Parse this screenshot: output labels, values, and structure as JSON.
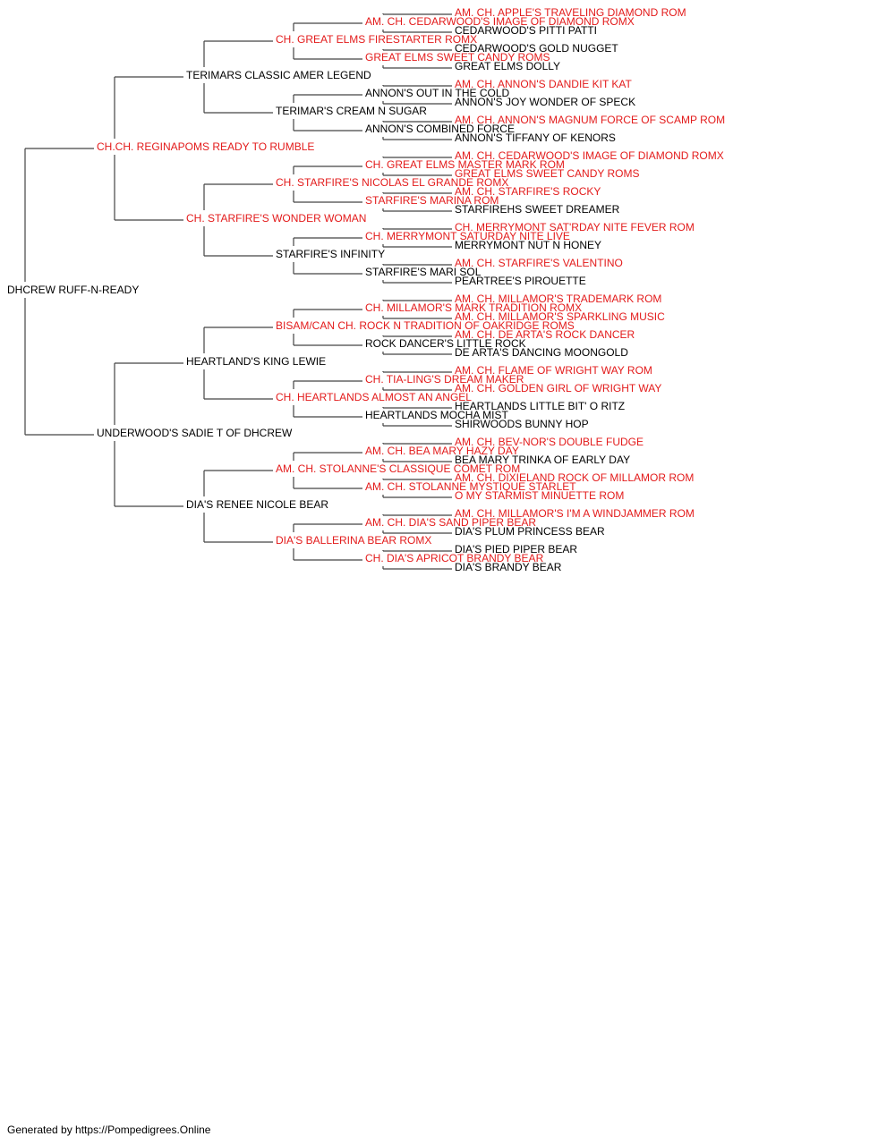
{
  "colors": {
    "champion": "#e31b1b",
    "normal": "#000000",
    "line": "#444444"
  },
  "pedigree": {
    "name": "DHCREW RUFF-N-READY",
    "champion": false,
    "sire": {
      "name": "CH.CH. REGINAPOMS READY TO RUMBLE",
      "champion": true,
      "sire": {
        "name": "TERIMARS CLASSIC AMER LEGEND",
        "champion": false,
        "sire": {
          "name": "CH. GREAT ELMS FIRESTARTER ROMX",
          "champion": true,
          "sire": {
            "name": "AM. CH. CEDARWOOD'S IMAGE OF DIAMOND ROMX",
            "champion": true,
            "sire": {
              "name": "AM. CH. APPLE'S TRAVELING DIAMOND ROM",
              "champion": true
            },
            "dam": {
              "name": "CEDARWOOD'S PITTI PATTI",
              "champion": false
            }
          },
          "dam": {
            "name": "GREAT ELMS SWEET CANDY ROMS",
            "champion": true,
            "sire": {
              "name": "CEDARWOOD'S GOLD NUGGET",
              "champion": false
            },
            "dam": {
              "name": "GREAT ELMS DOLLY",
              "champion": false
            }
          }
        },
        "dam": {
          "name": "TERIMAR'S CREAM N SUGAR",
          "champion": false,
          "sire": {
            "name": "ANNON'S OUT IN THE COLD",
            "champion": false,
            "sire": {
              "name": "AM. CH. ANNON'S DANDIE KIT KAT",
              "champion": true
            },
            "dam": {
              "name": "ANNON'S JOY WONDER OF SPECK",
              "champion": false
            }
          },
          "dam": {
            "name": "ANNON'S COMBINED FORCE",
            "champion": false,
            "sire": {
              "name": "AM. CH. ANNON'S MAGNUM FORCE OF SCAMP ROM",
              "champion": true
            },
            "dam": {
              "name": "ANNON'S TIFFANY OF KENORS",
              "champion": false
            }
          }
        }
      },
      "dam": {
        "name": "CH. STARFIRE'S WONDER WOMAN",
        "champion": true,
        "sire": {
          "name": "CH. STARFIRE'S NICOLAS EL GRANDE ROMX",
          "champion": true,
          "sire": {
            "name": "CH. GREAT ELMS MASTER MARK ROM",
            "champion": true,
            "sire": {
              "name": "AM. CH. CEDARWOOD'S IMAGE OF DIAMOND ROMX",
              "champion": true
            },
            "dam": {
              "name": "GREAT ELMS SWEET CANDY ROMS",
              "champion": true
            }
          },
          "dam": {
            "name": "STARFIRE'S MARINA ROM",
            "champion": true,
            "sire": {
              "name": "AM. CH. STARFIRE'S ROCKY",
              "champion": true
            },
            "dam": {
              "name": "STARFIREHS SWEET DREAMER",
              "champion": false
            }
          }
        },
        "dam": {
          "name": "STARFIRE'S INFINITY",
          "champion": false,
          "sire": {
            "name": "CH. MERRYMONT SATURDAY NITE LIVE",
            "champion": true,
            "sire": {
              "name": "CH. MERRYMONT SAT'RDAY NITE FEVER ROM",
              "champion": true
            },
            "dam": {
              "name": "MERRYMONT NUT N HONEY",
              "champion": false
            }
          },
          "dam": {
            "name": "STARFIRE'S MARI SOL",
            "champion": false,
            "sire": {
              "name": "AM. CH. STARFIRE'S VALENTINO",
              "champion": true
            },
            "dam": {
              "name": "PEARTREE'S PIROUETTE",
              "champion": false
            }
          }
        }
      }
    },
    "dam": {
      "name": "UNDERWOOD'S SADIE T OF DHCREW",
      "champion": false,
      "sire": {
        "name": "HEARTLAND'S KING LEWIE",
        "champion": false,
        "sire": {
          "name": "BISAM/CAN CH. ROCK N TRADITION OF OAKRIDGE ROMS",
          "champion": true,
          "sire": {
            "name": "CH. MILLAMOR'S MARK TRADITION ROMX",
            "champion": true,
            "sire": {
              "name": "AM. CH. MILLAMOR'S TRADEMARK ROM",
              "champion": true
            },
            "dam": {
              "name": "AM. CH. MILLAMOR'S SPARKLING MUSIC",
              "champion": true
            }
          },
          "dam": {
            "name": "ROCK DANCER'S LITTLE ROCK",
            "champion": false,
            "sire": {
              "name": "AM. CH. DE ARTA'S ROCK DANCER",
              "champion": true
            },
            "dam": {
              "name": "DE ARTA'S DANCING MOONGOLD",
              "champion": false
            }
          }
        },
        "dam": {
          "name": "CH. HEARTLANDS ALMOST AN ANGEL",
          "champion": true,
          "sire": {
            "name": "CH. TIA-LING'S DREAM MAKER",
            "champion": true,
            "sire": {
              "name": "AM. CH. FLAME OF WRIGHT WAY ROM",
              "champion": true
            },
            "dam": {
              "name": "AM. CH. GOLDEN GIRL OF WRIGHT WAY",
              "champion": true
            }
          },
          "dam": {
            "name": "HEARTLANDS MOCHA MIST",
            "champion": false,
            "sire": {
              "name": "HEARTLANDS LITTLE BIT' O RITZ",
              "champion": false
            },
            "dam": {
              "name": "SHIRWOODS BUNNY HOP",
              "champion": false
            }
          }
        }
      },
      "dam": {
        "name": "DIA'S RENEE NICOLE BEAR",
        "champion": false,
        "sire": {
          "name": "AM. CH. STOLANNE'S CLASSIQUE COMET ROM",
          "champion": true,
          "sire": {
            "name": "AM. CH. BEA MARY HAZY DAY",
            "champion": true,
            "sire": {
              "name": "AM. CH. BEV-NOR'S DOUBLE FUDGE",
              "champion": true
            },
            "dam": {
              "name": "BEA MARY TRINKA OF EARLY DAY",
              "champion": false
            }
          },
          "dam": {
            "name": "AM. CH. STOLANNE MYSTIQUE STARLET",
            "champion": true,
            "sire": {
              "name": "AM. CH. DIXIELAND ROCK OF MILLAMOR ROM",
              "champion": true
            },
            "dam": {
              "name": "O MY STARMIST MINUETTE ROM",
              "champion": true
            }
          }
        },
        "dam": {
          "name": "DIA'S BALLERINA BEAR ROMX",
          "champion": true,
          "sire": {
            "name": "AM. CH. DIA'S SAND PIPER BEAR",
            "champion": true,
            "sire": {
              "name": "AM. CH. MILLAMOR'S I'M A WINDJAMMER ROM",
              "champion": true
            },
            "dam": {
              "name": "DIA'S PLUM PRINCESS BEAR",
              "champion": false
            }
          },
          "dam": {
            "name": "CH. DIA'S APRICOT BRANDY BEAR",
            "champion": true,
            "sire": {
              "name": "DIA'S PIED PIPER BEAR",
              "champion": false
            },
            "dam": {
              "name": "DIA'S BRANDY BEAR",
              "champion": false
            }
          }
        }
      }
    }
  },
  "footer": "Generated by https://Pompedigrees.Online"
}
